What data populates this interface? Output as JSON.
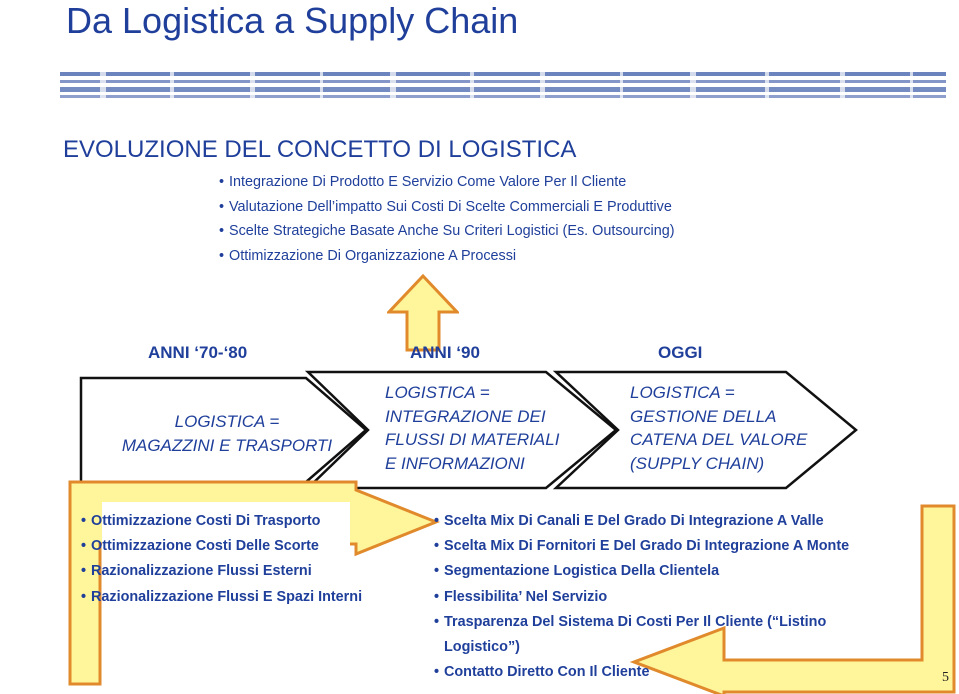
{
  "page": {
    "title": "Da Logistica a Supply Chain",
    "number": "5"
  },
  "section": {
    "title": "EVOLUZIONE DEL CONCETTO DI LOGISTICA",
    "bullets": [
      "Integrazione Di Prodotto E Servizio Come Valore Per Il Cliente",
      "Valutazione Dell’impatto Sui Costi Di Scelte Commerciali E Produttive",
      "Scelte Strategiche Basate Anche Su Criteri Logistici (Es. Outsourcing)",
      "Ottimizzazione Di Organizzazione A Processi"
    ]
  },
  "timeline": {
    "periods": [
      "ANNI ‘70-‘80",
      "ANNI ‘90",
      "OGGI"
    ],
    "stages": [
      [
        "LOGISTICA =",
        "MAGAZZINI E TRASPORTI"
      ],
      [
        "LOGISTICA =",
        "INTEGRAZIONE DEI",
        "FLUSSI DI MATERIALI",
        "E INFORMAZIONI"
      ],
      [
        "LOGISTICA =",
        "GESTIONE DELLA",
        "CATENA DEL VALORE",
        "(SUPPLY CHAIN)"
      ]
    ]
  },
  "left_list": [
    "Ottimizzazione Costi Di Trasporto",
    "Ottimizzazione Costi Delle Scorte",
    "Razionalizzazione Flussi Esterni",
    "Razionalizzazione Flussi E Spazi Interni"
  ],
  "right_list": [
    "Scelta Mix Di Canali E Del Grado Di Integrazione A Valle",
    "Scelta Mix Di Fornitori E Del Grado Di Integrazione A Monte",
    "Segmentazione Logistica Della Clientela",
    "Flessibilita’ Nel Servizio",
    "Trasparenza Del Sistema Di Costi Per Il Cliente (“Listino",
    "Logistico”)",
    "Contatto Diretto Con Il Cliente"
  ],
  "colors": {
    "primary_text": "#1f3f9b",
    "arrow_fill": "#fff59a",
    "arrow_stroke": "#e08a2c"
  },
  "icons": {
    "up_arrow": "block-up-arrow-icon",
    "bend_arrow_left": "bent-arrow-icon",
    "bend_arrow_right": "bent-arrow-icon"
  }
}
